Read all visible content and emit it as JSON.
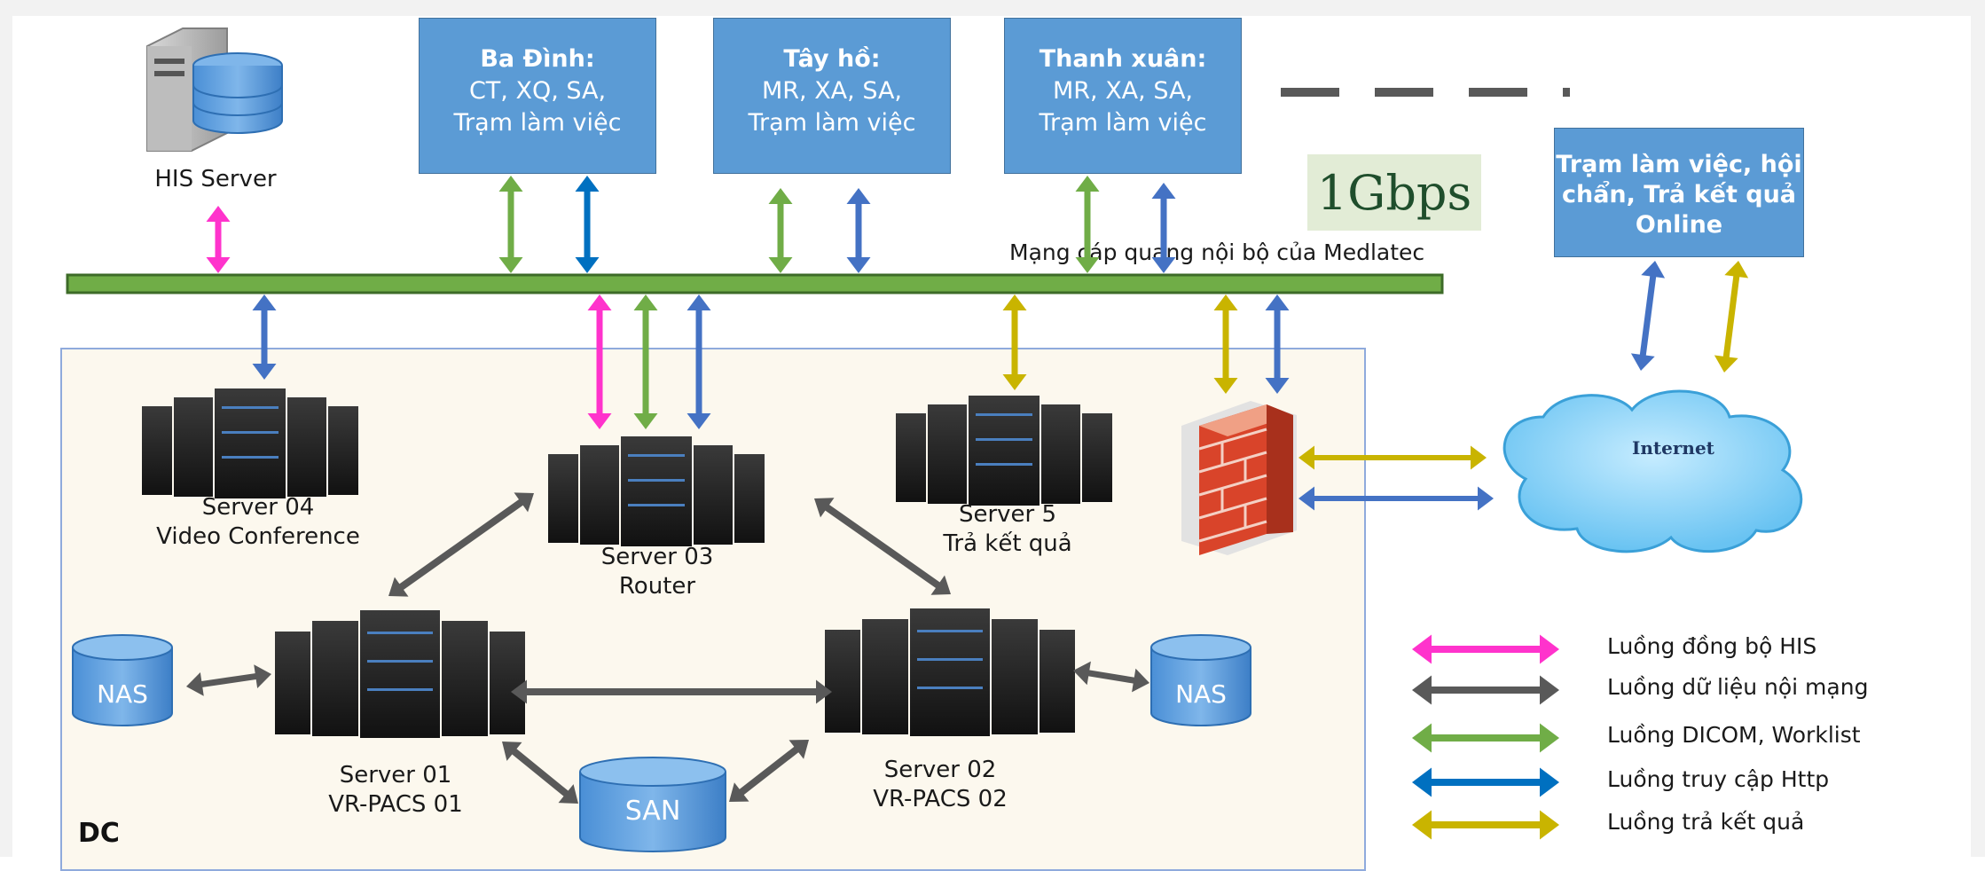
{
  "sites": [
    {
      "title": "Ba Đình:",
      "line1": "CT, XQ, SA,",
      "line2": "Trạm làm việc"
    },
    {
      "title": "Tây hồ:",
      "line1": "MR, XA, SA,",
      "line2": "Trạm làm việc"
    },
    {
      "title": "Thanh xuân:",
      "line1": "MR, XA, SA,",
      "line2": "Trạm làm việc"
    }
  ],
  "online_box": {
    "line1": "Trạm làm việc, hội",
    "line2": "chẩn, Trả kết quả",
    "line3": "Online"
  },
  "his_server": "HIS Server",
  "bandwidth": "1Gbps",
  "network_label": "Mạng cáp quang nội bộ của Medlatec",
  "internet": "Internet",
  "dc_label": "DC",
  "servers": {
    "s04": {
      "line1": "Server 04",
      "line2": "Video Conference"
    },
    "s03": {
      "line1": "Server 03",
      "line2": "Router"
    },
    "s5": {
      "line1": "Server 5",
      "line2": "Trả kết quả"
    },
    "s01": {
      "line1": "Server 01",
      "line2": "VR-PACS 01"
    },
    "s02": {
      "line1": "Server 02",
      "line2": "VR-PACS 02"
    }
  },
  "storage": {
    "nas": "NAS",
    "san": "SAN"
  },
  "legend": [
    {
      "label": "Luồng đồng bộ HIS",
      "color": "#ff33cc"
    },
    {
      "label": "Luồng dữ liệu nội mạng",
      "color": "#595959"
    },
    {
      "label": "Luồng DICOM, Worklist",
      "color": "#70ad47"
    },
    {
      "label": "Luồng truy cập Http",
      "color": "#0070c0"
    },
    {
      "label": "Luồng trả kết quả",
      "color": "#c9b400"
    }
  ],
  "colors": {
    "his": "#ff33cc",
    "internal": "#595959",
    "dicom": "#70ad47",
    "http": "#4472c4",
    "result": "#c9b400",
    "backbone": "#70ad47",
    "box": "#5b9bd5"
  }
}
